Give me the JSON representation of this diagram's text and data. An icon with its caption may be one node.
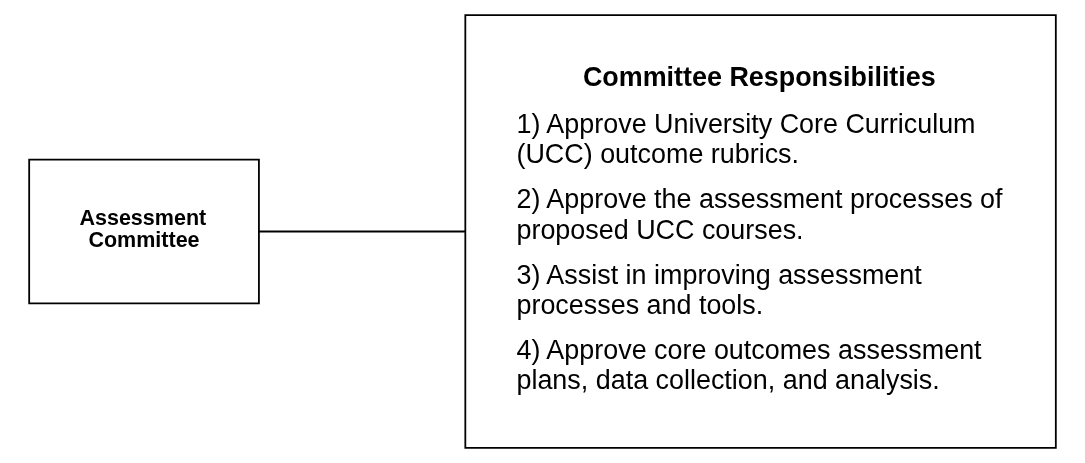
{
  "diagram": {
    "nodes": [
      {
        "text": [
          "Assessment Committee"
        ]
      },
      {
        "text": [
          "Committee Responsibilities",
          "1) Approve University Core Curriculum (UCC) outcome rubrics.",
          "2) Approve the assessment processes of proposed UCC courses.",
          "3) Assist in improving assessment processes and tools.",
          "4) Approve core outcomes assessment plans, data collection, and analysis."
        ]
      }
    ],
    "edges": [
      {
        "from": 0,
        "to": 1,
        "arrow": "none"
      }
    ]
  }
}
